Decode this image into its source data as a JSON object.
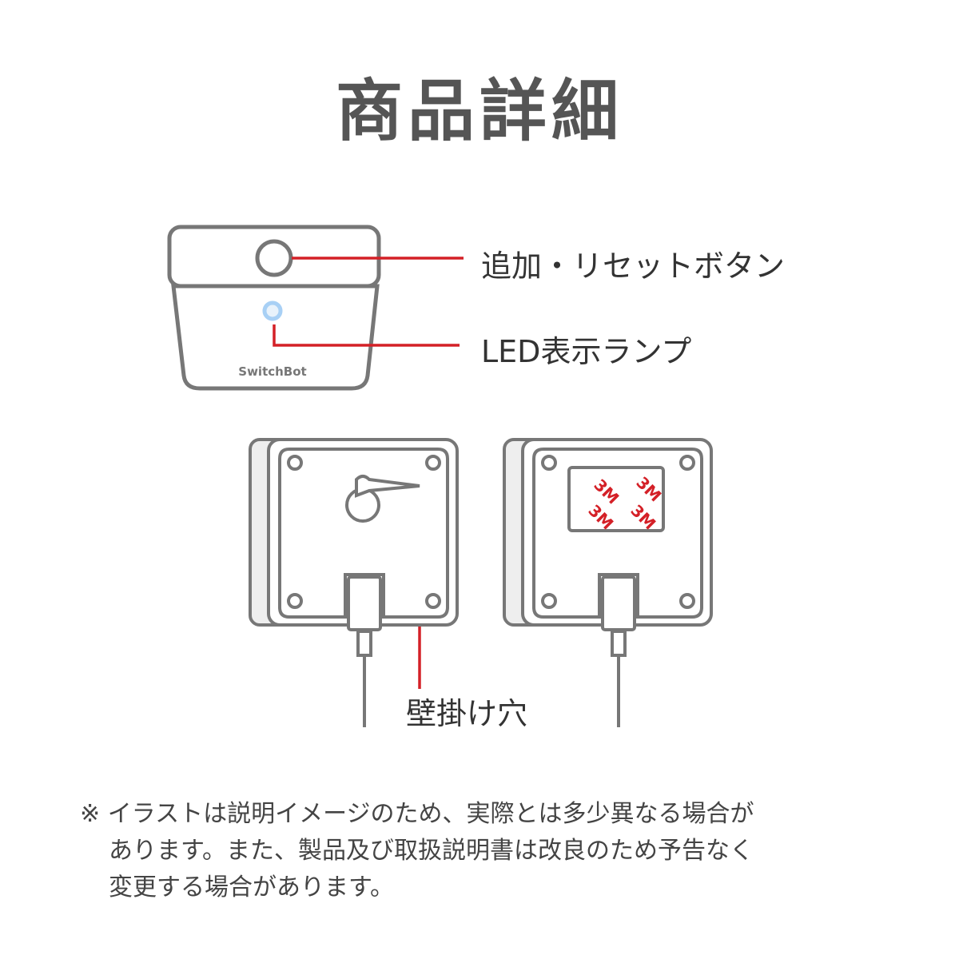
{
  "title": "商品詳細",
  "front": {
    "brand": "SwitchBot"
  },
  "labels": {
    "button": "追加・リセットボタン",
    "led": "LED表示ランプ",
    "wall_hole": "壁掛け穴"
  },
  "back": {
    "adhesive_marks": [
      "3M",
      "3M",
      "3M",
      "3M"
    ]
  },
  "colors": {
    "accent": "#d42027",
    "outline": "#777777",
    "title": "#555555"
  },
  "note": {
    "mark": "※",
    "lines": [
      "イラストは説明イメージのため、実際とは多少異なる場合が",
      "あります。また、製品及び取扱説明書は改良のため予告なく",
      "変更する場合があります。"
    ]
  }
}
